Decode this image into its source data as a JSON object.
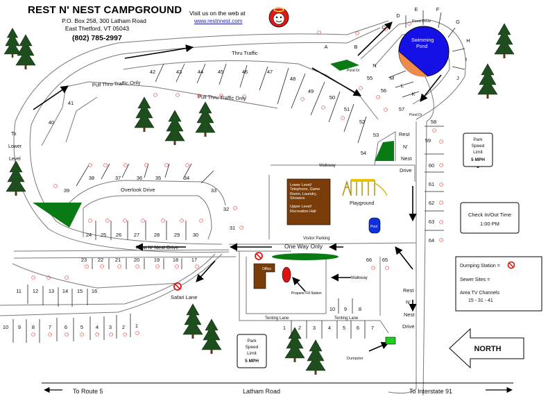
{
  "header": {
    "title": "REST N' NEST CAMPGROUND",
    "address_line1": "P.O. Box 258, 300 Latham Road",
    "address_line2": "East Thetford, VT 05043",
    "phone": "(802) 785-2997",
    "web_prompt": "Visit us on the web at",
    "web_url": "www.restnnest.com"
  },
  "roads": {
    "thru_traffic": "Thru Traffic",
    "pull_thru_1": "Pull Thru Traffic Only",
    "pull_thru_2": "Pull Thru Traffic Only",
    "overlook_drive": "Overlook Drive",
    "rest_n_nest_drive": "Rest N' Nest Drive",
    "one_way_only": "One Way Only",
    "safari_lane": "Safari Lane",
    "tenting_lane_1": "Tenting Lane",
    "tenting_lane_2": "Tenting Lane",
    "walkway_top": "Walkway",
    "walkway_mid": "Walkway",
    "visitor_parking": "Visitor Parking",
    "pond_dr_top": "Pond Drive",
    "pond_dr_a": "Pond Dr",
    "pond_dr_b": "Pond Dr",
    "to_lower_level": [
      "To",
      "Lower",
      "Level"
    ],
    "rest_n_nest_drive_vertical_1": [
      "Rest",
      "N'",
      "Nest",
      "Drive"
    ],
    "rest_n_nest_drive_vertical_2": [
      "Rest",
      "N'",
      "Nest",
      "Drive"
    ],
    "latham_road": "Latham Road",
    "to_route_5": "To Route 5",
    "to_interstate_91": "To Interstate 91"
  },
  "facilities": {
    "swimming_pond": "Swimming Pond",
    "lower_level": "Lower Level/ Telephone, Game Room, Laundry, Showers",
    "upper_level": "Upper Level/ Recreation Hall",
    "playground": "Playground",
    "pool": "Pool",
    "office": "Office",
    "propane": "Propane Fill Station",
    "dumpster": "Dumpster"
  },
  "signs": {
    "speed_limit_1": [
      "Park",
      "Speed",
      "Limit",
      "5 MPH"
    ],
    "speed_limit_2": [
      "Park",
      "Speed",
      "Limit",
      "5 MPH"
    ],
    "check_in_out": [
      "Check In/Out Time",
      "1:00 PM"
    ],
    "north": "NORTH"
  },
  "legend": {
    "dumping_station": "Dumping Station =",
    "sewer_sites": "Sewer Sites =",
    "tv_title": "Area TV Channels",
    "tv_channels": "15 - 31 - 41"
  },
  "sites": {
    "letters_pond": [
      "A",
      "B",
      "C",
      "D",
      "E",
      "F",
      "G",
      "H",
      "I",
      "J",
      "K",
      "L",
      "M",
      "N"
    ],
    "thru_row": [
      "42",
      "43",
      "44",
      "45",
      "46",
      "47",
      "48",
      "49",
      "50",
      "51",
      "52",
      "53",
      "54",
      "55",
      "56",
      "57"
    ],
    "pull_thru": [
      "40",
      "41"
    ],
    "overlook_top": [
      "38",
      "37",
      "36",
      "35",
      "34",
      "33",
      "39"
    ],
    "overlook_inner": [
      "24",
      "25",
      "26",
      "27",
      "28",
      "29",
      "30",
      "31",
      "32"
    ],
    "drive_row": [
      "23",
      "22",
      "21",
      "20",
      "19",
      "18",
      "17"
    ],
    "safari_top": [
      "11",
      "12",
      "13",
      "14",
      "15",
      "16"
    ],
    "safari_bottom": [
      "10",
      "9",
      "8",
      "7",
      "6",
      "5",
      "4",
      "3",
      "2",
      "1"
    ],
    "east_col": [
      "58",
      "59",
      "60",
      "61",
      "62",
      "63",
      "64"
    ],
    "center": [
      "66",
      "65",
      "10",
      "9",
      "8"
    ],
    "tenting": [
      "1",
      "2",
      "3",
      "4",
      "5",
      "6",
      "7"
    ]
  },
  "colors": {
    "pond_blue": "#1410e6",
    "pond_orange": "#f08a4b",
    "grass_green": "#0a7a14",
    "tree_green": "#1e4d1e",
    "building_brown": "#7a3d0a",
    "sewer_red": "#e03030",
    "dumpster_green": "#1ed01e"
  }
}
